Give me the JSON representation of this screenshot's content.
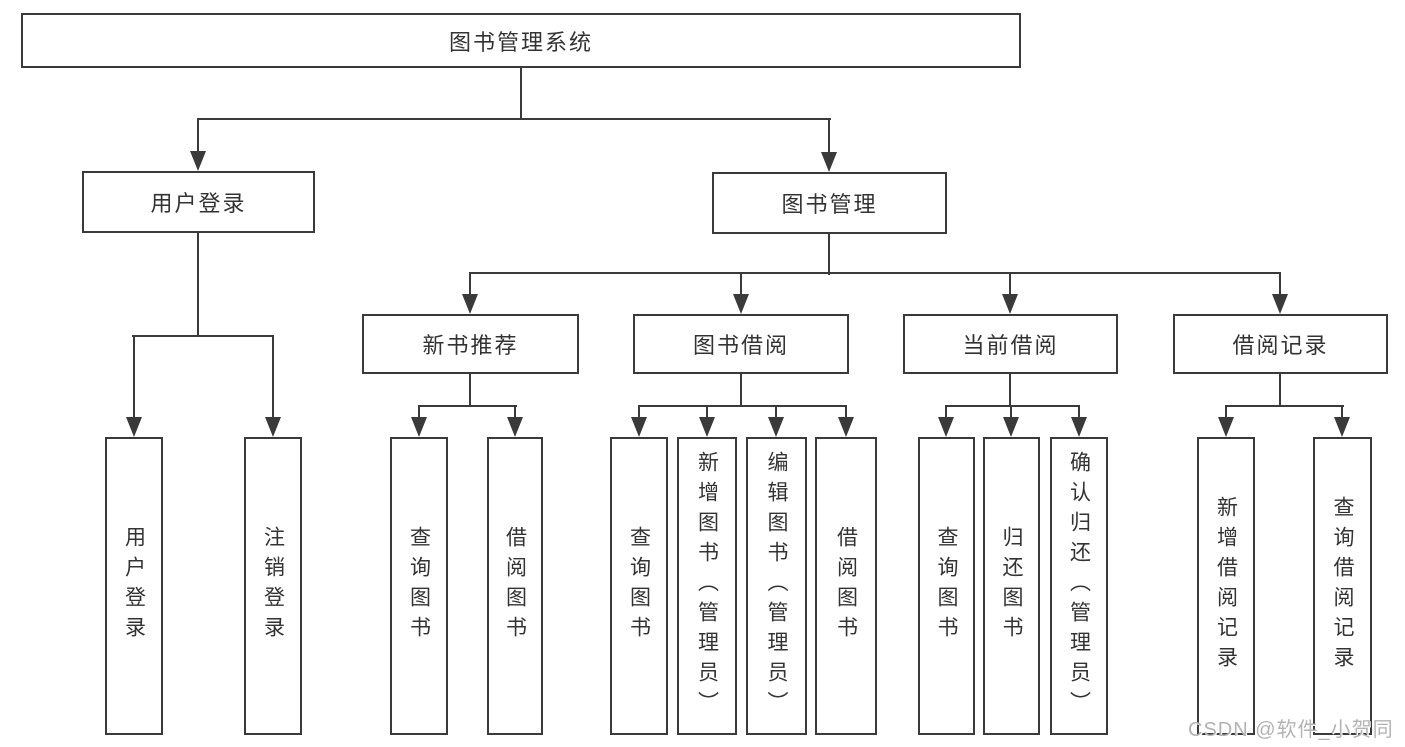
{
  "page": {
    "background": "#ffffff"
  },
  "colors": {
    "line": "#3a3a3a",
    "box_border": "#3a3a3a",
    "text": "#333333",
    "watermark": "#b3b3b3"
  },
  "watermark": {
    "text": "CSDN @软件_小贺同学"
  },
  "tree": {
    "root": {
      "label": "图书管理系统"
    },
    "branches": [
      {
        "label": "用户登录",
        "children": [
          {
            "label": "用户登录"
          },
          {
            "label": "注销登录"
          }
        ]
      },
      {
        "label": "图书管理",
        "sections": [
          {
            "label": "新书推荐",
            "children": [
              {
                "label": "查询图书"
              },
              {
                "label": "借阅图书"
              }
            ]
          },
          {
            "label": "图书借阅",
            "children": [
              {
                "label": "查询图书"
              },
              {
                "label": "新增图书（管理员）"
              },
              {
                "label": "编辑图书（管理员）"
              },
              {
                "label": "借阅图书"
              }
            ]
          },
          {
            "label": "当前借阅",
            "children": [
              {
                "label": "查询图书"
              },
              {
                "label": "归还图书"
              },
              {
                "label": "确认归还（管理员）"
              }
            ]
          },
          {
            "label": "借阅记录",
            "children": [
              {
                "label": "新增借阅记录"
              },
              {
                "label": "查询借阅记录"
              }
            ]
          }
        ]
      }
    ]
  }
}
